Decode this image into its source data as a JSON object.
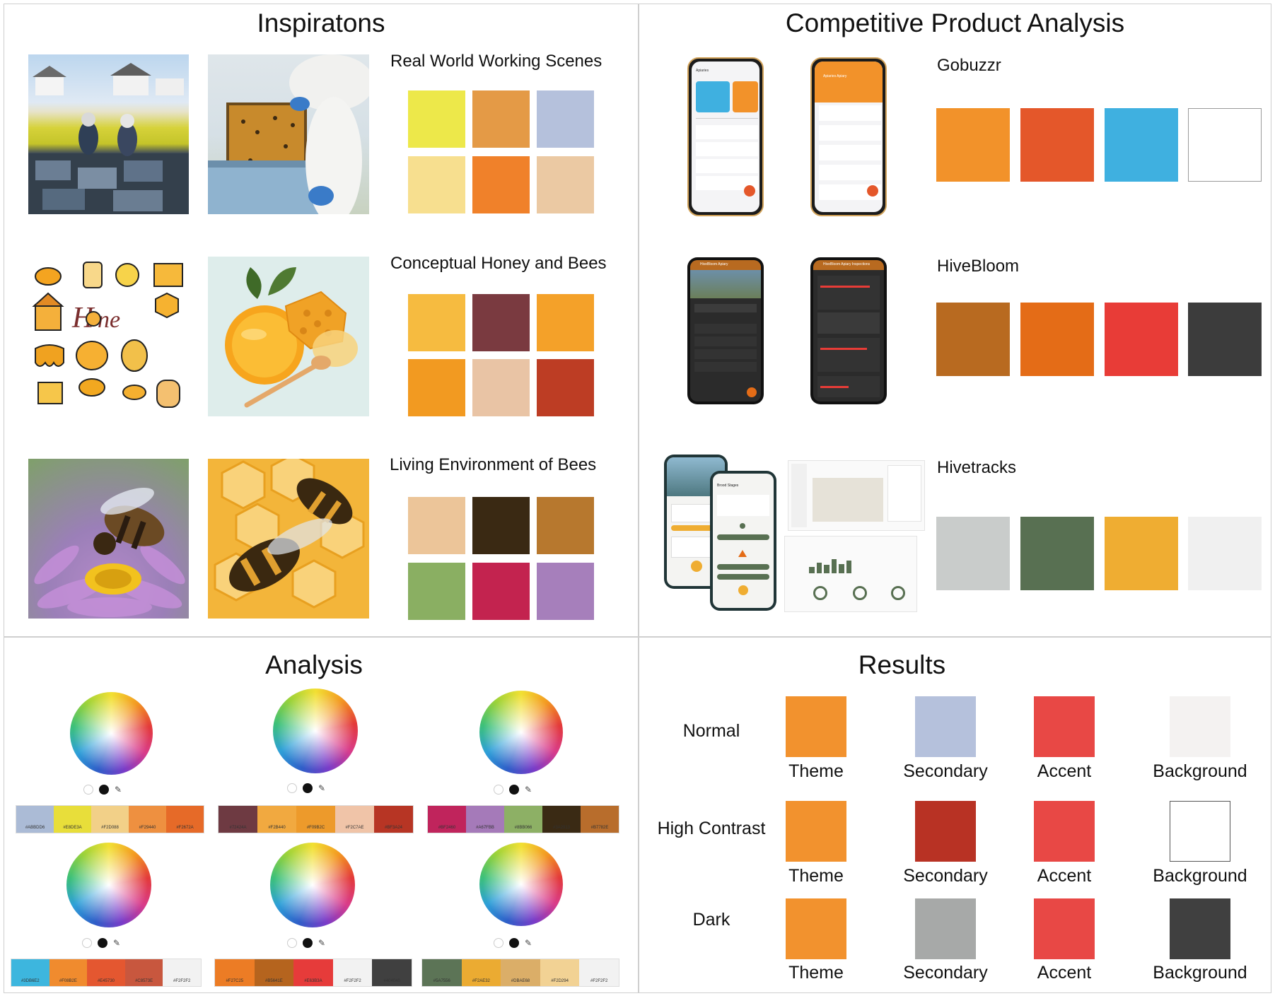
{
  "inspirations": {
    "title": "Inspiratons",
    "groups": [
      {
        "label": "Real World Working Scenes",
        "colors": [
          "#EDE84A",
          "#E49A46",
          "#B5C1DC",
          "#F7DF8F",
          "#F0812A",
          "#EBC9A3"
        ]
      },
      {
        "label": "Conceptual Honey and Bees",
        "colors": [
          "#F6BB40",
          "#7A3A40",
          "#F4A129",
          "#F29A21",
          "#E9C4A5",
          "#BD3D24"
        ]
      },
      {
        "label": "Living Environment of Bees",
        "colors": [
          "#ECC599",
          "#3A2913",
          "#B7782E",
          "#8AAF62",
          "#C3234F",
          "#A67FBB"
        ]
      }
    ]
  },
  "competitive": {
    "title": "Competitive Product Analysis",
    "products": [
      {
        "label": "Gobuzzr",
        "colors": [
          "#F2922A",
          "#E4572A",
          "#3FB0E0",
          "#FFFFFF"
        ]
      },
      {
        "label": "HiveBloom",
        "colors": [
          "#B86A20",
          "#E46C17",
          "#E83C37",
          "#3C3C3C"
        ]
      },
      {
        "label": "Hivetracks",
        "colors": [
          "#C9CCCB",
          "#587052",
          "#EFAD32",
          "#F0F0F0"
        ]
      }
    ]
  },
  "analysis": {
    "title": "Analysis",
    "strips": [
      [
        {
          "c": "#ABBBD6",
          "t": "#ABBDD6"
        },
        {
          "c": "#E8DE3A",
          "t": "#E8DE3A"
        },
        {
          "c": "#F2D088",
          "t": "#F2D088"
        },
        {
          "c": "#EE9040",
          "t": "#F29440"
        },
        {
          "c": "#E66A28",
          "t": "#F2672A"
        }
      ],
      [
        {
          "c": "#6E3A42",
          "t": "#72424A"
        },
        {
          "c": "#F1A940",
          "t": "#F2B440"
        },
        {
          "c": "#ED9A2B",
          "t": "#F09B2C"
        },
        {
          "c": "#F0C4A8",
          "t": "#F2C7AE"
        },
        {
          "c": "#B73524",
          "t": "#BF3A24"
        }
      ],
      [
        {
          "c": "#C0245C",
          "t": "#BF2460"
        },
        {
          "c": "#A57AB9",
          "t": "#A67FBB"
        },
        {
          "c": "#8DB065",
          "t": "#8BB066"
        },
        {
          "c": "#3A2A14",
          "t": "#3A2913"
        },
        {
          "c": "#B86D2C",
          "t": "#B7782E"
        }
      ],
      [
        {
          "c": "#3DB6DE",
          "t": "#3DB6E2"
        },
        {
          "c": "#F08B2E",
          "t": "#F08B2E"
        },
        {
          "c": "#E45730",
          "t": "#E45730"
        },
        {
          "c": "#C8573E",
          "t": "#C8573E"
        },
        {
          "c": "#F2F2F2",
          "t": "#F2F2F2"
        }
      ],
      [
        {
          "c": "#EC7C25",
          "t": "#F27C25"
        },
        {
          "c": "#B5641E",
          "t": "#B5641E"
        },
        {
          "c": "#E63B3A",
          "t": "#E63B3A"
        },
        {
          "c": "#F2F2F2",
          "t": "#F2F2F2"
        },
        {
          "c": "#404040",
          "t": "#404040"
        }
      ],
      [
        {
          "c": "#5C7456",
          "t": "#5A7556"
        },
        {
          "c": "#EBAB32",
          "t": "#F2AE32"
        },
        {
          "c": "#DBAE68",
          "t": "#DBAE68"
        },
        {
          "c": "#F2D294",
          "t": "#F2D294"
        },
        {
          "c": "#F2F2F2",
          "t": "#F2F2F2"
        }
      ]
    ]
  },
  "results": {
    "title": "Results",
    "columns": [
      "Theme",
      "Secondary",
      "Accent",
      "Background"
    ],
    "rows": [
      {
        "label": "Normal",
        "colors": [
          "#F2922E",
          "#B5C1DC",
          "#E84845",
          "#F4F2F1"
        ]
      },
      {
        "label": "High Contrast",
        "colors": [
          "#F2922E",
          "#B83224",
          "#E84845",
          "#FFFFFF"
        ]
      },
      {
        "label": "Dark",
        "colors": [
          "#F2922E",
          "#A7A9A8",
          "#E84845",
          "#404040"
        ]
      }
    ]
  },
  "apps": {
    "gobuzzr_screen1": "Apiaries",
    "gobuzzr_screen2": "Apiaries Apiary",
    "hivebloom_screen1": "HiveBloom Apiary",
    "hivebloom_screen2": "HiveBloom Apiary Inspections",
    "hivetracks_screen": "Brood Stages"
  }
}
